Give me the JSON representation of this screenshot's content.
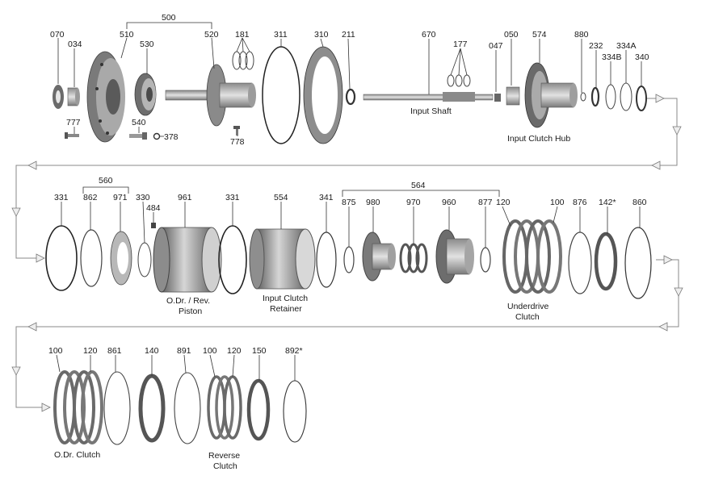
{
  "part_numbers": [
    "070",
    "034",
    "510",
    "500",
    "530",
    "520",
    "181",
    "311",
    "310",
    "211",
    "670",
    "177",
    "047",
    "050",
    "574",
    "880",
    "232",
    "334A",
    "334B",
    "340",
    "777",
    "540",
    "378",
    "778",
    "331",
    "862",
    "560",
    "971",
    "330",
    "484",
    "961",
    "331",
    "554",
    "341",
    "564",
    "875",
    "980",
    "970",
    "960",
    "877",
    "120",
    "100",
    "876",
    "142*",
    "860",
    "100",
    "120",
    "861",
    "140",
    "891",
    "100",
    "120",
    "150",
    "892*"
  ],
  "captions": {
    "input_shaft": "Input Shaft",
    "input_clutch_hub": "Input Clutch Hub",
    "odr_rev_piston_1": "O.Dr. / Rev.",
    "odr_rev_piston_2": "Piston",
    "input_clutch_retainer_1": "Input Clutch",
    "input_clutch_retainer_2": "Retainer",
    "underdrive_clutch_1": "Underdrive",
    "underdrive_clutch_2": "Clutch",
    "odr_clutch": "O.Dr. Clutch",
    "reverse_clutch_1": "Reverse",
    "reverse_clutch_2": "Clutch"
  },
  "colors": {
    "part_metal_dark": "#5a5a5a",
    "part_metal_light": "#bdbdbd",
    "line": "#333333",
    "flow_arrow": "#888888"
  }
}
